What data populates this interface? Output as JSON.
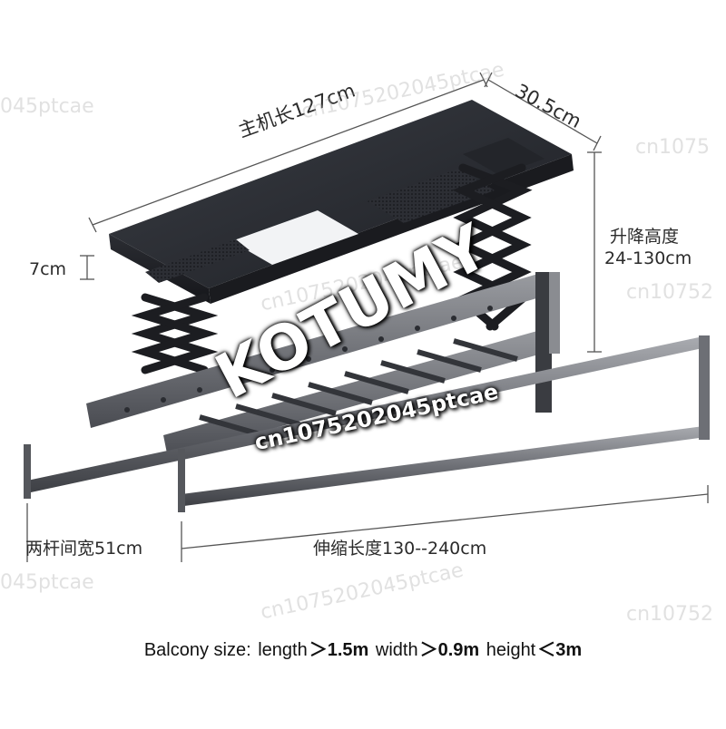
{
  "dimensions": {
    "main_length": "主机长127cm",
    "depth": "30.5cm",
    "thickness": "7cm",
    "lift_height_label": "升降高度",
    "lift_height_value": "24-130cm",
    "rod_spacing": "两杆间宽51cm",
    "telescopic_length": "伸缩长度130--240cm"
  },
  "watermark": {
    "brand": "KOTUMY",
    "code": "cn1075202045ptcae",
    "code_short_1": "045ptcae",
    "code_short_2": "cn10752",
    "code_short_3": "cn1075"
  },
  "balcony": {
    "label": "Balcony size:",
    "length_label": "length",
    "length_value": "＞1.5m",
    "width_label": "width",
    "width_value": "＞0.9m",
    "height_label": "height",
    "height_value": "＜3m"
  },
  "colors": {
    "housing": "#2a2c31",
    "frame": "#6d6f75",
    "rod": "#8a8c91",
    "led_panel": "#f2f3f5",
    "dimension_line": "#555555"
  }
}
